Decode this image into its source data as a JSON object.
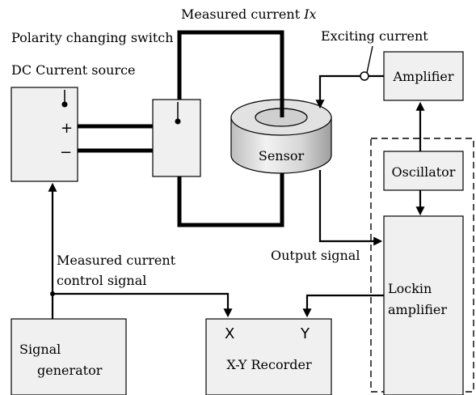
{
  "labels": {
    "measured_current_prefix": "Measured current ",
    "measured_current_symbol": "Ix",
    "polarity_switch": "Polarity changing switch",
    "exciting_current": "Exciting current",
    "dc_source": "DC Current source",
    "amplifier": "Amplifier",
    "sensor": "Sensor",
    "oscillator": "Oscillator",
    "output_signal": "Output signal",
    "control_signal_line1": "Measured current",
    "control_signal_line2": "control signal",
    "lockin_line1": "Lockin",
    "lockin_line2": "amplifier",
    "signal_gen_line1": "Signal",
    "signal_gen_line2": "generator",
    "recorder_x": "X",
    "recorder_y": "Y",
    "recorder_title": "X-Y Recorder",
    "plus_sign": "+",
    "minus_sign": "−"
  }
}
